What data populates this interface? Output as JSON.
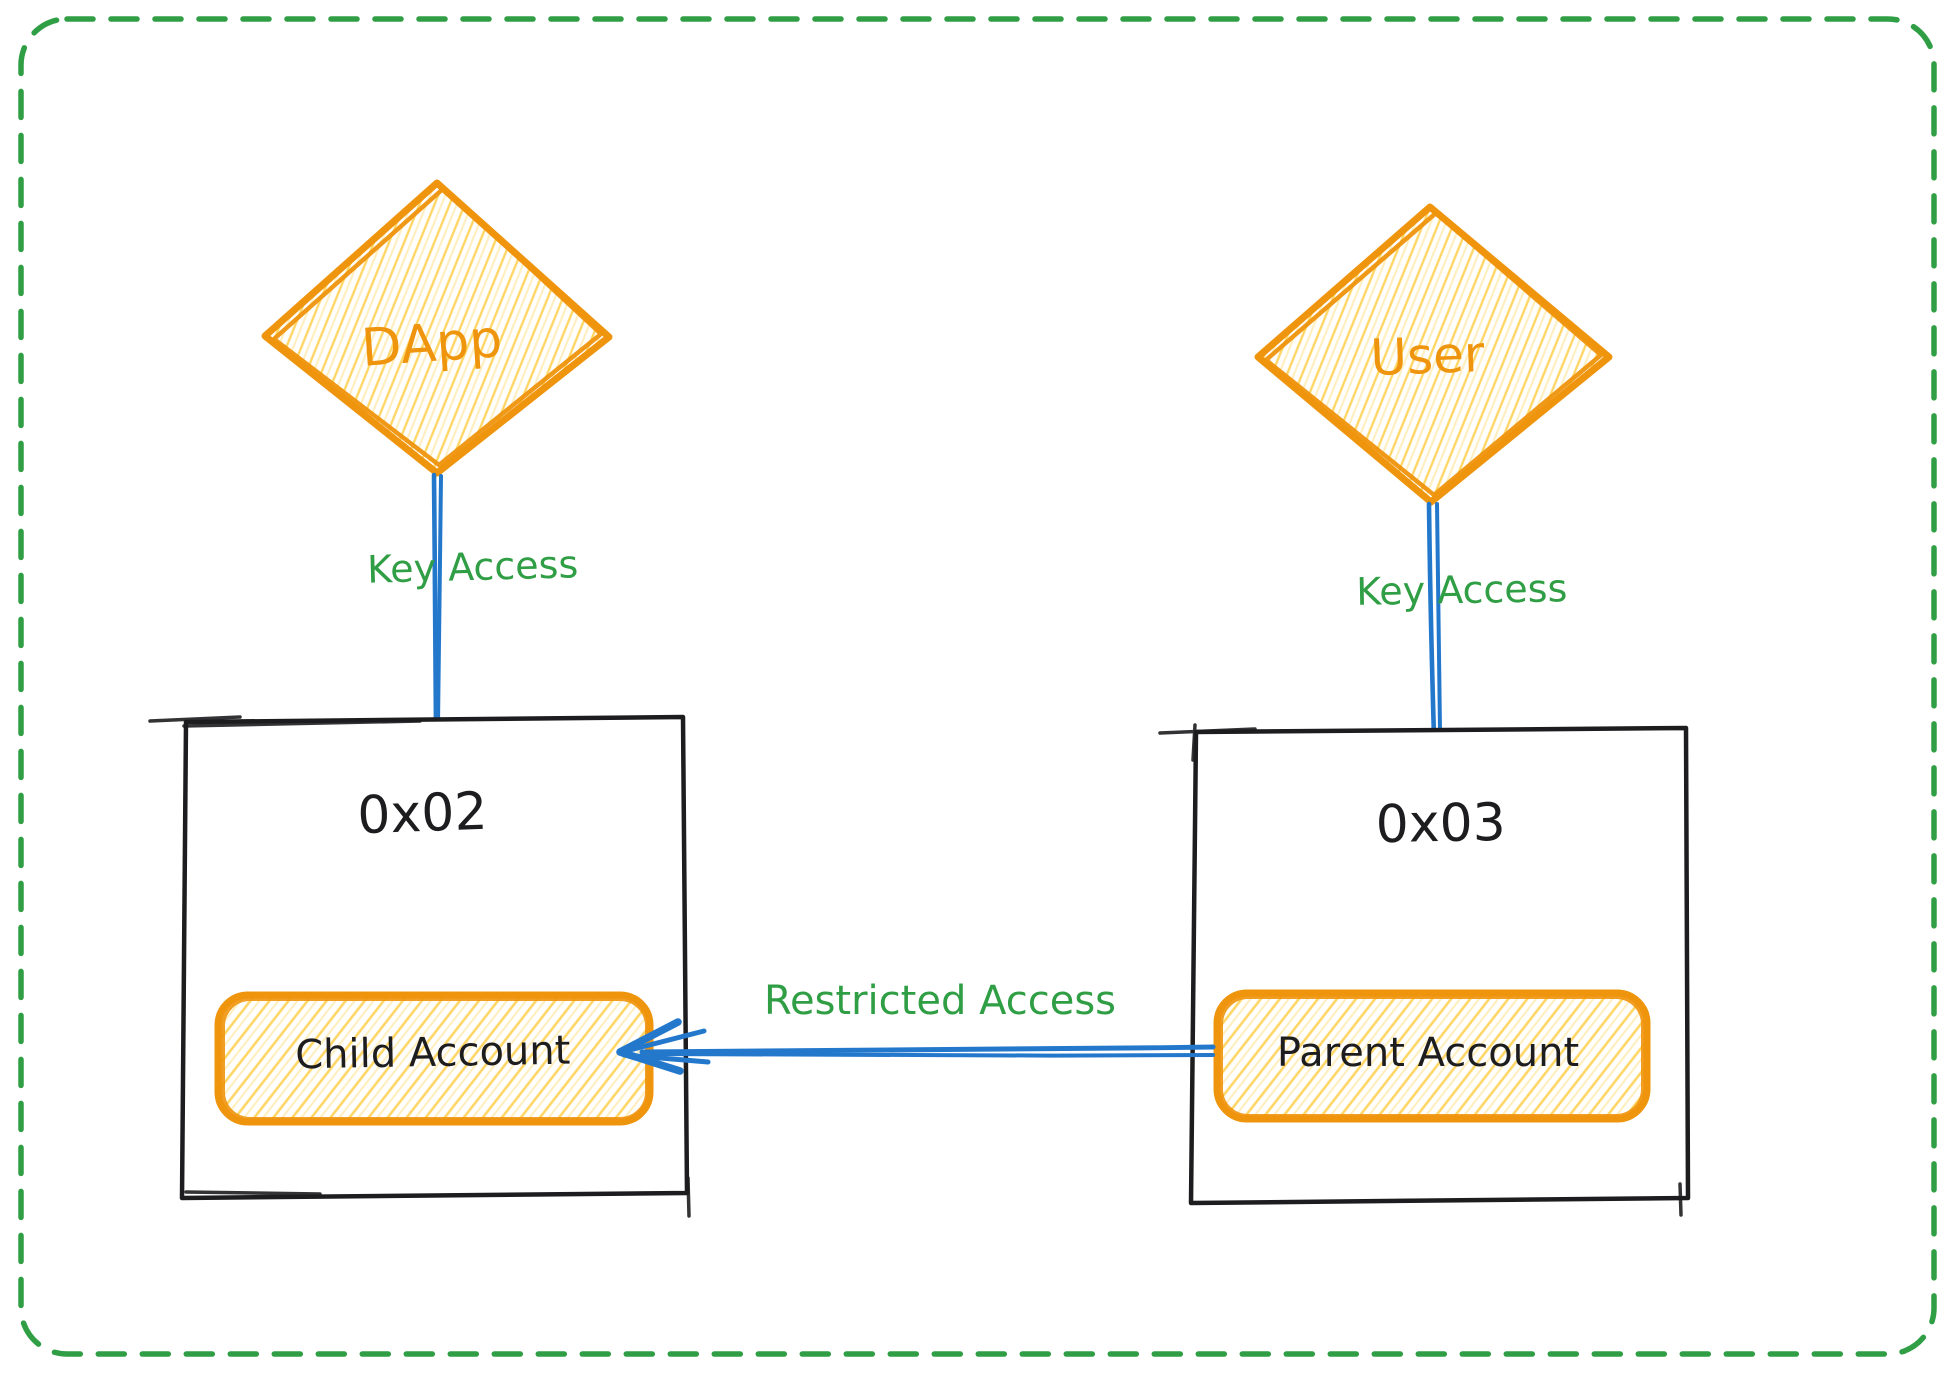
{
  "diagram": {
    "title_hint": "Hybrid custody / parent-child account key access diagram",
    "nodes": {
      "dapp": {
        "label": "DApp",
        "shape": "diamond"
      },
      "user": {
        "label": "User",
        "shape": "diamond"
      },
      "child_wallet": {
        "address": "0x02",
        "account_label": "Child Account"
      },
      "parent_wallet": {
        "address": "0x03",
        "account_label": "Parent Account"
      }
    },
    "edges": {
      "dapp_key": {
        "label": "Key Access",
        "from": "DApp",
        "to": "0x02"
      },
      "user_key": {
        "label": "Key Access",
        "from": "User",
        "to": "0x03"
      },
      "restricted": {
        "label": "Restricted Access",
        "from": "Parent Account",
        "to": "Child Account"
      }
    }
  },
  "icons": {
    "dapp_shape": "diamond-icon",
    "user_shape": "diamond-icon",
    "restricted_arrow": "arrow-left-icon"
  },
  "colors": {
    "green": "#2f9e44",
    "orange": "#ef940d",
    "hatch-strong": "#ffd45e",
    "hatch-light": "#ffedb8",
    "blue": "#2478cc",
    "ink": "#1d1d1f",
    "background": "#ffffff"
  }
}
